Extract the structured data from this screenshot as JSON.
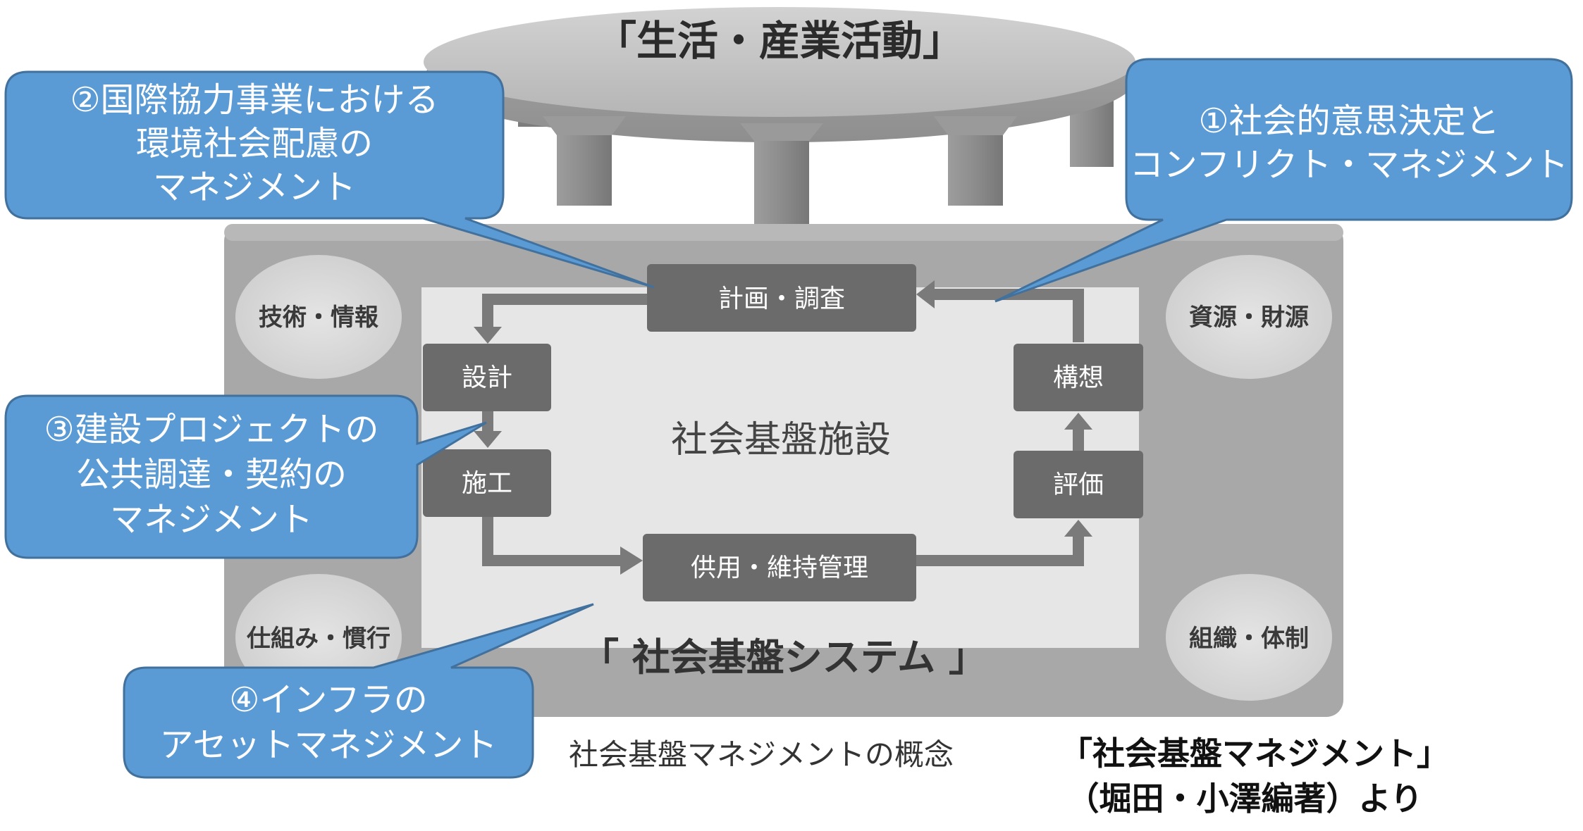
{
  "top_platform": {
    "label": "「生活・産業活動」"
  },
  "base": {
    "label": "「 社会基盤システム 」",
    "center_label": "社会基盤施設"
  },
  "cycle_steps": {
    "plan": "計画・調査",
    "design": "設計",
    "construction": "施工",
    "operation": "供用・維持管理",
    "evaluation": "評価",
    "concept": "構想"
  },
  "corner_resources": {
    "top_left": "技術・情報",
    "top_right": "資源・財源",
    "bottom_left": "仕組み・慣行",
    "bottom_right": "組織・体制"
  },
  "callouts": {
    "c1": [
      "①社会的意思決定と",
      "コンフリクト・マネジメント"
    ],
    "c2": [
      "②国際協力事業における",
      "環境社会配慮の",
      "マネジメント"
    ],
    "c3": [
      "③建設プロジェクトの",
      "公共調達・契約の",
      "マネジメント"
    ],
    "c4": [
      "④インフラの",
      "アセットマネジメント"
    ]
  },
  "caption": "社会基盤マネジメントの概念",
  "source": [
    "「社会基盤マネジメント」",
    "（堀田・小澤編著）より"
  ],
  "colors": {
    "callout_fill": "#5b9bd5",
    "callout_stroke": "#41719c",
    "step_box": "#6b6b6b",
    "arrow": "#7a7a7a",
    "base_fill": "#a6a6a6",
    "inner_fill": "#e6e6e6",
    "corner_oval": "#dadada"
  }
}
